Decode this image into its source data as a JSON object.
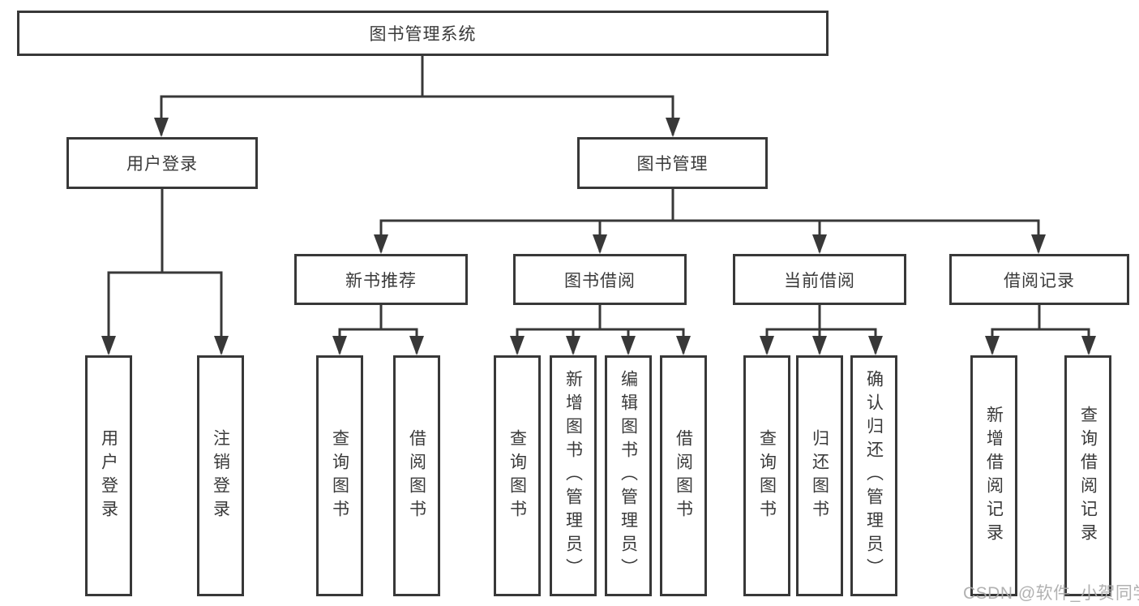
{
  "nodes": {
    "root": "图书管理系统",
    "user_login": "用户登录",
    "book_management": "图书管理",
    "new_book_recommendation": "新书推荐",
    "book_borrowing": "图书借阅",
    "current_borrowing": "当前借阅",
    "borrowing_records": "借阅记录",
    "ul_user_login": "用户登录",
    "ul_logout": "注销登录",
    "nb_query_books": "查询图书",
    "nb_borrow_books": "借阅图书",
    "bb_query_books": "查询图书",
    "bb_add_books_admin": "新增图书（管理员）",
    "bb_edit_books_admin": "编辑图书（管理员）",
    "bb_borrow_books": "借阅图书",
    "cb_query_books": "查询图书",
    "cb_return_books": "归还图书",
    "cb_confirm_return_admin": "确认归还（管理员）",
    "br_add_borrow_record": "新增借阅记录",
    "br_query_borrow_record": "查询借阅记录"
  },
  "watermark": "CSDN @软件_小贺同学",
  "colors": {
    "line": "#383838",
    "text": "#3a3a3a",
    "watermark": "#ababab",
    "background": "#ffffff"
  }
}
